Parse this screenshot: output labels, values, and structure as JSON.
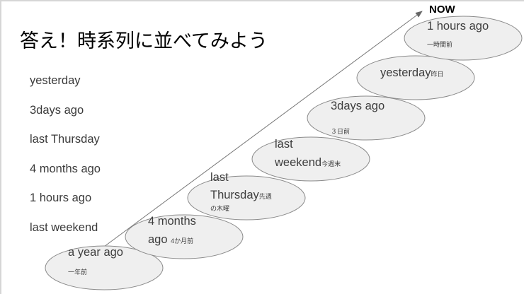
{
  "title": "答え！時系列に並べてみよう",
  "shuffled_list": [
    "yesterday",
    "3days ago",
    "last Thursday",
    "4 months ago",
    "1 hours ago",
    "last weekend"
  ],
  "now_label": "NOW",
  "timeline": [
    {
      "en1": "a year ago",
      "en2": "",
      "ja1": "",
      "ja2": "一年前"
    },
    {
      "en1": "4 months",
      "en2": "ago",
      "ja1": "4か月前",
      "ja2": ""
    },
    {
      "en1": "last",
      "en2": "Thursday",
      "ja1": "先週",
      "ja2": "の木曜"
    },
    {
      "en1": "last",
      "en2": "weekend",
      "ja1": "今週末",
      "ja2": ""
    },
    {
      "en1": "3days ago",
      "en2": "",
      "ja1": "",
      "ja2": "３日前"
    },
    {
      "en1": "yesterday",
      "en2": "",
      "ja1": "昨日",
      "ja2": ""
    },
    {
      "en1": "1 hours ago",
      "en2": "",
      "ja1": "",
      "ja2": "一時間前"
    }
  ],
  "colors": {
    "ellipse_fill": "#efefef",
    "ellipse_stroke": "#8a8a8a",
    "arrow": "#777777"
  }
}
